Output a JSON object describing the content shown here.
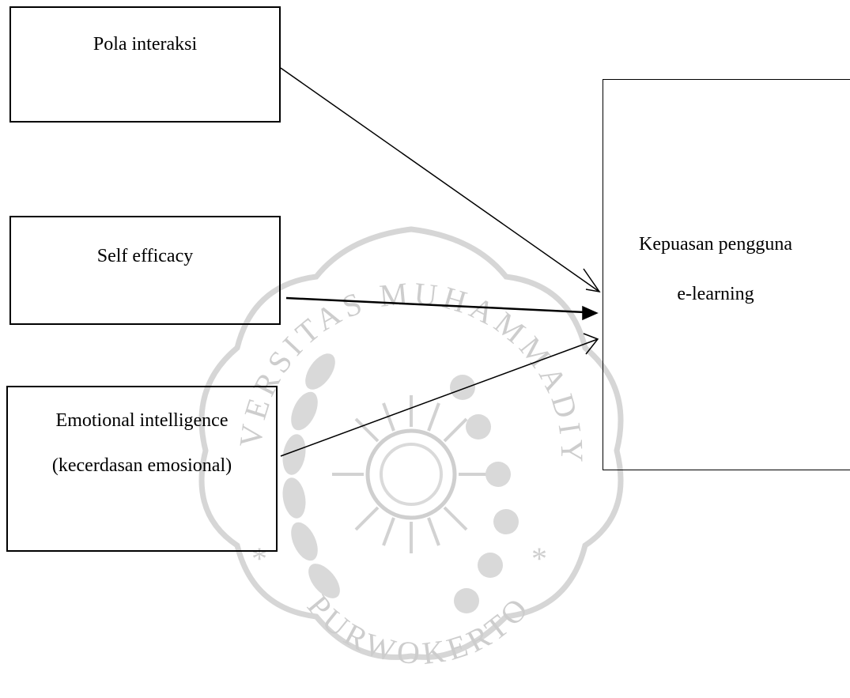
{
  "diagram": {
    "nodes": [
      {
        "id": "pola",
        "lines": [
          "Pola interaksi"
        ]
      },
      {
        "id": "self",
        "lines": [
          "Self efficacy"
        ]
      },
      {
        "id": "emo",
        "lines": [
          "Emotional intelligence",
          "(kecerdasan emosional)"
        ]
      },
      {
        "id": "kepuasan",
        "lines": [
          "Kepuasan pengguna",
          "e-learning"
        ]
      }
    ],
    "edges": [
      {
        "from": "pola",
        "to": "kepuasan",
        "arrow": "open"
      },
      {
        "from": "self",
        "to": "kepuasan",
        "arrow": "filled"
      },
      {
        "from": "emo",
        "to": "kepuasan",
        "arrow": "open"
      }
    ]
  },
  "watermark": {
    "text_top": "UNIVERSITAS MUHAMMADIYAH",
    "text_bottom": "PURWOKERTO",
    "color": "#c8c8c8"
  }
}
